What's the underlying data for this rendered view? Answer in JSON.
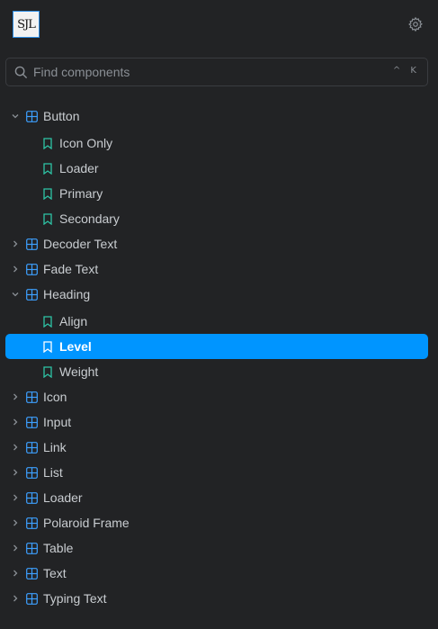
{
  "logo": {
    "text": "SJL"
  },
  "search": {
    "placeholder": "Find components",
    "shortcut": "^ K"
  },
  "colors": {
    "accent": "#0095ff",
    "component_icon": "#3da0ff",
    "story_icon": "#2ec4a6",
    "background": "#222325"
  },
  "tree": {
    "button": {
      "label": "Button",
      "expanded": true,
      "stories": {
        "icon_only": "Icon Only",
        "loader": "Loader",
        "primary": "Primary",
        "secondary": "Secondary"
      }
    },
    "decoder_text": {
      "label": "Decoder Text"
    },
    "fade_text": {
      "label": "Fade Text"
    },
    "heading": {
      "label": "Heading",
      "expanded": true,
      "stories": {
        "align": "Align",
        "level": "Level",
        "weight": "Weight"
      },
      "selected": "Level"
    },
    "icon": {
      "label": "Icon"
    },
    "input": {
      "label": "Input"
    },
    "link": {
      "label": "Link"
    },
    "list": {
      "label": "List"
    },
    "loader": {
      "label": "Loader"
    },
    "polaroid_frame": {
      "label": "Polaroid Frame"
    },
    "table": {
      "label": "Table"
    },
    "text": {
      "label": "Text"
    },
    "typing_text": {
      "label": "Typing Text"
    }
  }
}
